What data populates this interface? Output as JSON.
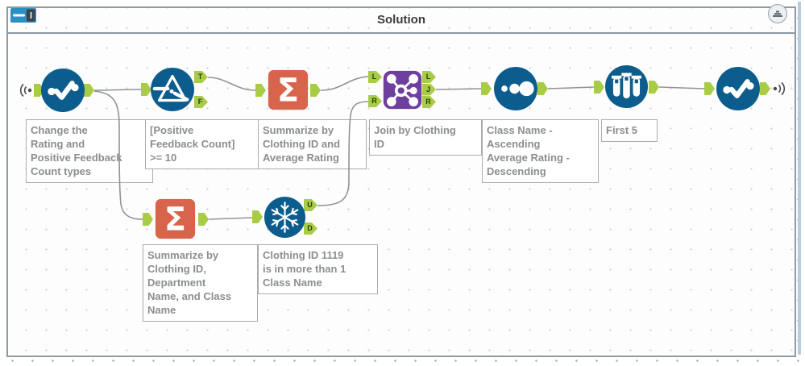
{
  "header": {
    "title": "Solution"
  },
  "tools": [
    {
      "id": "select-initial",
      "type": "Select",
      "annotation": "Change the\nRating and\nPositive Feedback\nCount types"
    },
    {
      "id": "filter",
      "type": "Filter",
      "annotation": "[Positive\nFeedback Count]\n>= 10"
    },
    {
      "id": "summarize-rating",
      "type": "Summarize",
      "annotation": "Summarize by\nClothing ID and\nAverage Rating"
    },
    {
      "id": "join",
      "type": "Join",
      "annotation": "Join by Clothing\nID"
    },
    {
      "id": "sort",
      "type": "Sort",
      "annotation": "Class Name -\nAscending\nAverage Rating -\nDescending"
    },
    {
      "id": "sample",
      "type": "Sample",
      "annotation": "First 5"
    },
    {
      "id": "select-final",
      "type": "Select",
      "annotation": ""
    },
    {
      "id": "summarize-class",
      "type": "Summarize",
      "annotation": "Summarize by\nClothing ID,\nDepartment\nName, and Class\nName"
    },
    {
      "id": "unique",
      "type": "Unique",
      "annotation": "Clothing ID 1119\nis in more than 1\nClass Name"
    }
  ],
  "anchor_labels": {
    "t": "T",
    "f": "F",
    "l": "L",
    "r": "R",
    "j": "J",
    "u": "U",
    "d": "D"
  },
  "icons": {
    "sigma": "Σ"
  },
  "colors": {
    "tool_blue": "#0c5d8e",
    "summarize_orange": "#d8644c",
    "join_purple": "#6e3f9d",
    "anchor_green": "#a9cc47",
    "wire_gray": "#8f9496",
    "annotation_text": "#8b8e91"
  }
}
